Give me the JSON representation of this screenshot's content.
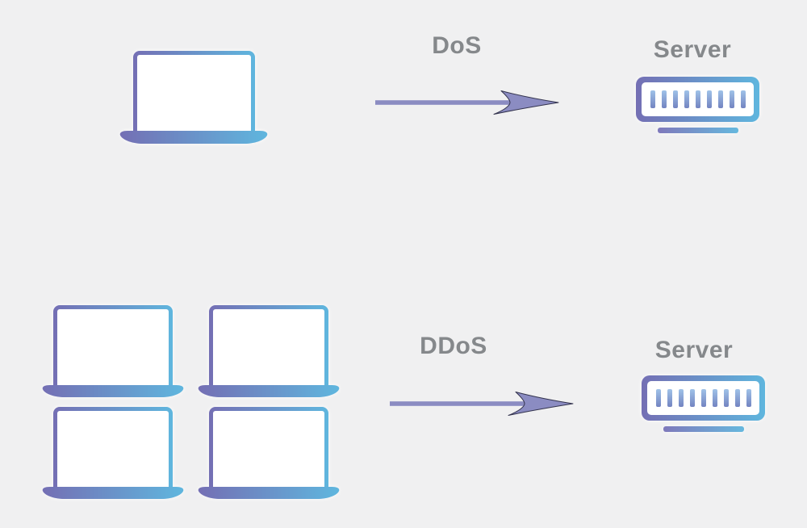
{
  "background_color": "#f0f0f1",
  "label_color": "#85888b",
  "gradient": {
    "start": "#746fb4",
    "end": "#5fb6de"
  },
  "arrow": {
    "fill": "#8b8cc2",
    "outline": "#34344e"
  },
  "icons": [
    "laptop-icon",
    "server-icon",
    "arrow-icon"
  ],
  "sections": [
    {
      "id": "dos",
      "attack_label": "DoS",
      "server_label": "Server",
      "attacker_count": 1,
      "server_bar_count": 9
    },
    {
      "id": "ddos",
      "attack_label": "DDoS",
      "server_label": "Server",
      "attacker_count": 4,
      "server_bar_count": 9
    }
  ]
}
